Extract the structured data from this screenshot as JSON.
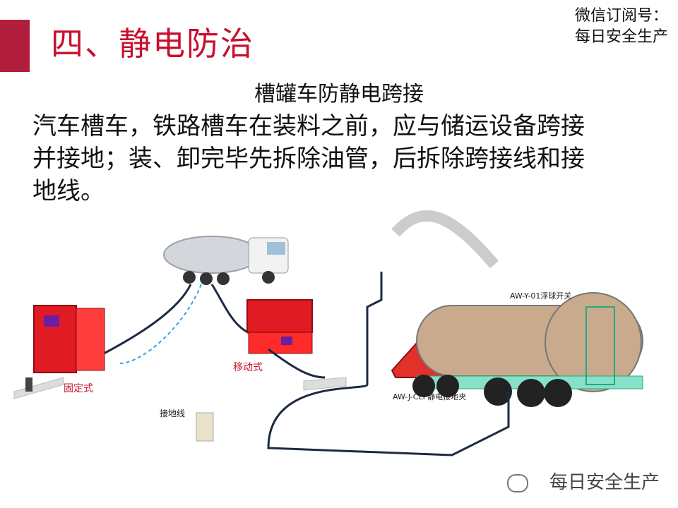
{
  "header": {
    "title": "四、静电防治",
    "wechat_line1": "微信订阅号：",
    "wechat_line2": "每日安全生产",
    "accent_color": "#b01e3c",
    "title_color": "#c8102e"
  },
  "content": {
    "subtitle": "槽罐车防静电跨接",
    "body_lines": [
      "汽车槽车，铁路槽车在装料之前，应与储运设备跨接",
      "并接地；装、卸完毕先拆除油管，后拆除跨接线和接",
      "地线。"
    ]
  },
  "diagram": {
    "label_fixed": "固定式",
    "label_mobile": "移动式",
    "label_ground_wire": "接地线",
    "label_float_switch": "AW-Y-01浮球开关",
    "label_clamp": "AW-J-CLP静电接地夹",
    "box_color": "#e01b24",
    "tanker_fill": "#c9aa8c"
  },
  "watermark": {
    "text": "每日安全生产",
    "icon": "wechat-icon"
  }
}
